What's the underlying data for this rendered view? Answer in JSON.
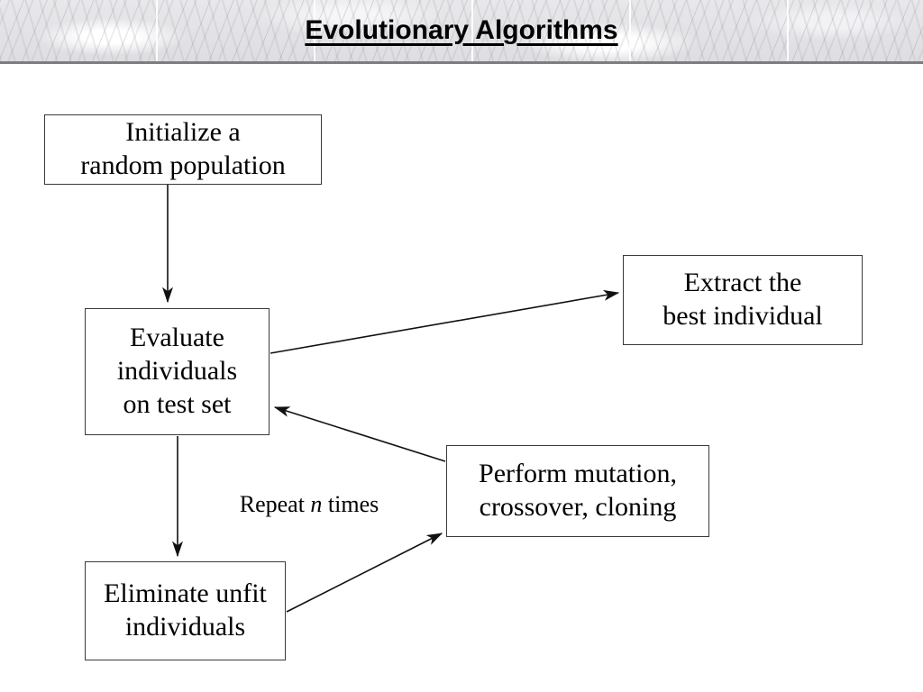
{
  "title": "Evolutionary Algorithms",
  "boxes": {
    "initialize": {
      "line1": "Initialize a",
      "line2": "random population"
    },
    "evaluate": {
      "line1": "Evaluate",
      "line2": "individuals",
      "line3": "on test set"
    },
    "extract": {
      "line1": "Extract the",
      "line2": "best individual"
    },
    "perform": {
      "line1": "Perform mutation,",
      "line2": "crossover, cloning"
    },
    "eliminate": {
      "line1": "Eliminate unfit",
      "line2": "individuals"
    }
  },
  "repeat_label": {
    "prefix": "Repeat ",
    "variable": "n",
    "suffix": " times"
  },
  "edges": [
    {
      "from": "initialize-random-population",
      "to": "evaluate-individuals-on-test-set"
    },
    {
      "from": "evaluate-individuals-on-test-set",
      "to": "extract-the-best-individual"
    },
    {
      "from": "evaluate-individuals-on-test-set",
      "to": "eliminate-unfit-individuals"
    },
    {
      "from": "eliminate-unfit-individuals",
      "to": "perform-mutation-crossover-cloning"
    },
    {
      "from": "perform-mutation-crossover-cloning",
      "to": "evaluate-individuals-on-test-set"
    }
  ],
  "colors": {
    "text": "#000000",
    "box_border": "#3a3a3a",
    "box_fill": "#ffffff",
    "arrow": "#111111",
    "banner_rule": "#7e7e7e"
  }
}
